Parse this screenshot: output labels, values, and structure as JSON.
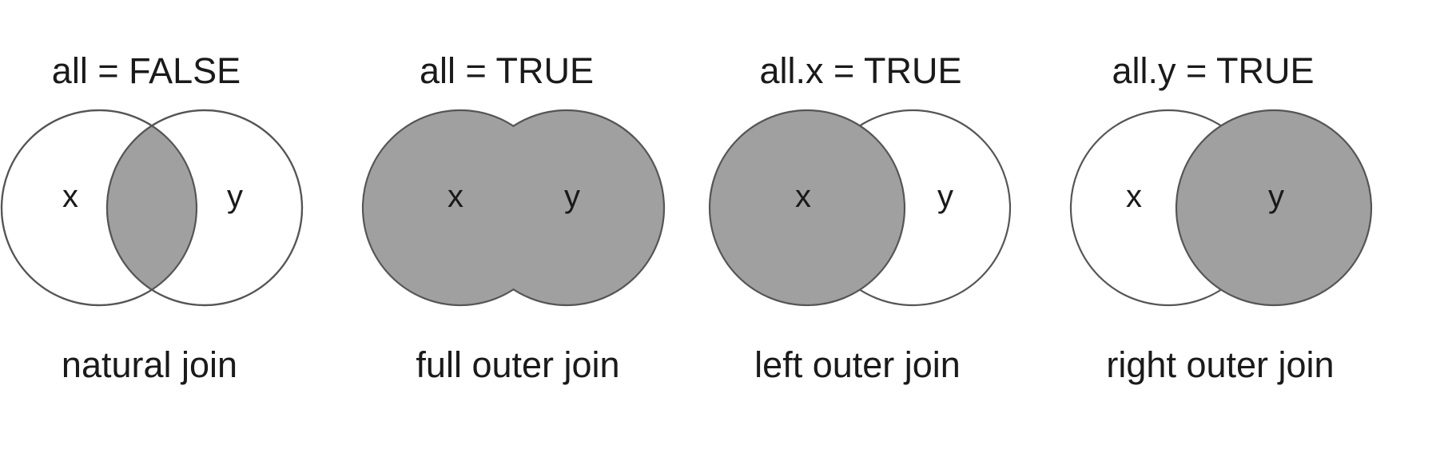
{
  "colors": {
    "fill": "#a0a0a0",
    "background": "#ffffff",
    "stroke": "#555555",
    "text": "#1a1a1a"
  },
  "panels": [
    {
      "title": "all = FALSE",
      "caption": "natural join",
      "x_label": "x",
      "y_label": "y",
      "shaded_region": "intersection"
    },
    {
      "title": "all = TRUE",
      "caption": "full outer join",
      "x_label": "x",
      "y_label": "y",
      "shaded_region": "union"
    },
    {
      "title": "all.x = TRUE",
      "caption": "left outer join",
      "x_label": "x",
      "y_label": "y",
      "shaded_region": "x"
    },
    {
      "title": "all.y = TRUE",
      "caption": "right outer join",
      "x_label": "x",
      "y_label": "y",
      "shaded_region": "y"
    }
  ]
}
